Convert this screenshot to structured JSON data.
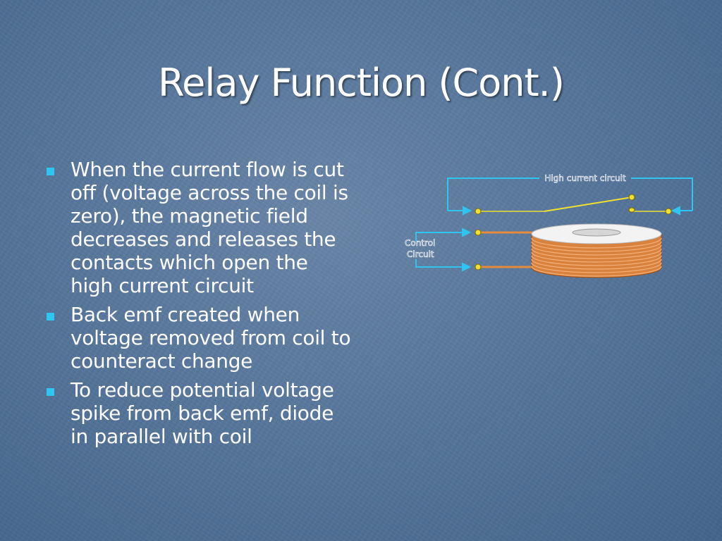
{
  "slide": {
    "title": "Relay Function (Cont.)",
    "bullets": [
      "When the current flow is cut off (voltage across the coil is zero), the magnetic field decreases and releases the contacts which open the high current circuit",
      "Back emf created when voltage removed from coil to counteract change",
      "To reduce potential voltage spike from back emf, diode in parallel with coil"
    ]
  },
  "diagram": {
    "high_current_label": "High current circuit",
    "control_label_line1": "Control",
    "control_label_line2": "Circuit"
  },
  "colors": {
    "bullet_marker": "#2ec5f0",
    "wire_cyan": "#2ec5f0",
    "coil_orange": "#e68a3c",
    "contact_yellow": "#f0e030"
  }
}
